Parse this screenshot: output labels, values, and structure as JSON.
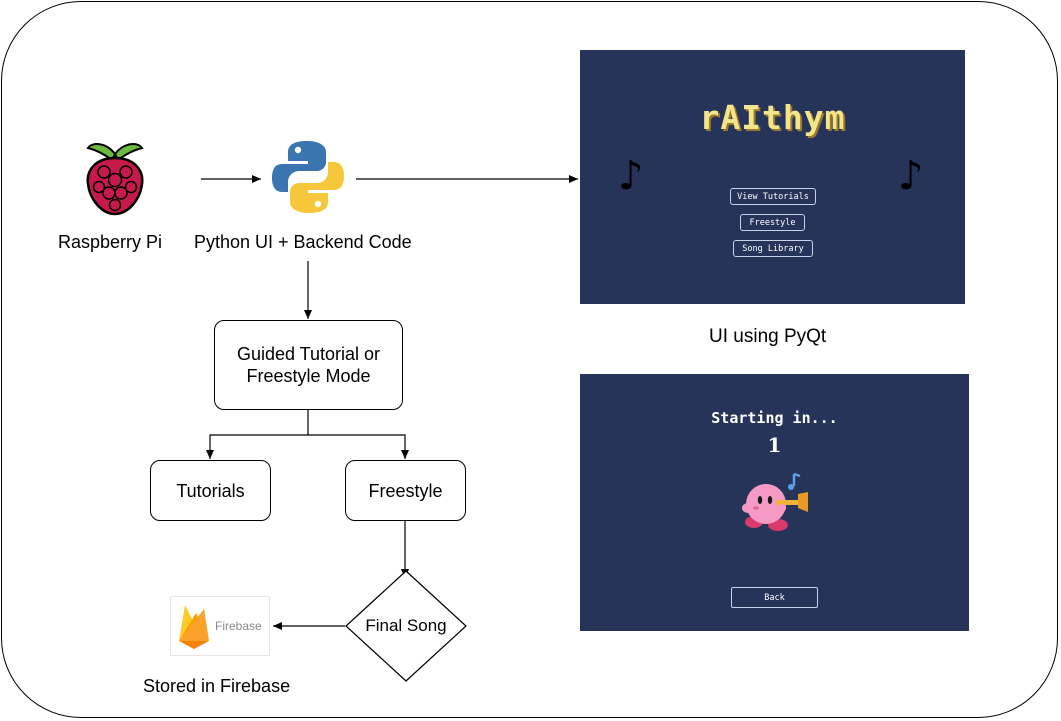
{
  "nodes": {
    "raspberry_pi": {
      "label": "Raspberry Pi"
    },
    "python": {
      "label": "Python UI + Backend Code"
    },
    "mode": {
      "label_line1": "Guided Tutorial or",
      "label_line2": "Freestyle Mode"
    },
    "tutorials": {
      "label": "Tutorials"
    },
    "freestyle": {
      "label": "Freestyle"
    },
    "final_song": {
      "label": "Final Song"
    },
    "firebase": {
      "logo_text": "Firebase",
      "caption": "Stored in Firebase"
    },
    "ui_caption": "UI using PyQt"
  },
  "screen_menu": {
    "title": "rAIthym",
    "buttons": [
      "View Tutorials",
      "Freestyle",
      "Song Library"
    ],
    "note_glyph": "♪",
    "bg_color": "#26345a"
  },
  "screen_countdown": {
    "starting_text": "Starting in...",
    "count": "1",
    "back_label": "Back",
    "bg_color": "#26345a"
  },
  "icons": [
    "raspberry-pi-icon",
    "python-icon",
    "firebase-icon",
    "music-note-icon",
    "kirby-trumpet-icon"
  ]
}
